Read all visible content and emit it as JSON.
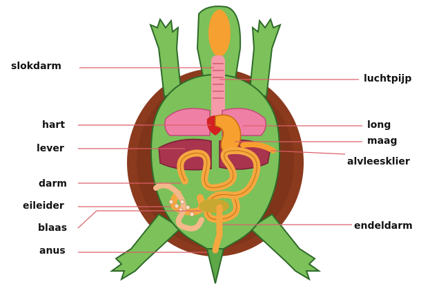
{
  "labels": {
    "slokdarm": "slokdarm",
    "luchtpijp": "luchtpijp",
    "hart": "hart",
    "long": "long",
    "lever": "lever",
    "maag": "maag",
    "alvleesklier": "alvleesklier",
    "darm": "darm",
    "eileider": "eileider",
    "blaas": "blaas",
    "endeldarm": "endeldarm",
    "anus": "anus"
  },
  "colors": {
    "shell": "#8b3a1e",
    "body": "#7cc15a",
    "body_dark": "#3f8a3a",
    "leader_line": "#d9606a",
    "esophagus": "#f59aa8",
    "heart": "#d32020",
    "lungs": "#f07fa6",
    "liver": "#a8344e",
    "stomach": "#f7a030",
    "intestine": "#f5a840",
    "oviduct": "#f3b98b"
  }
}
